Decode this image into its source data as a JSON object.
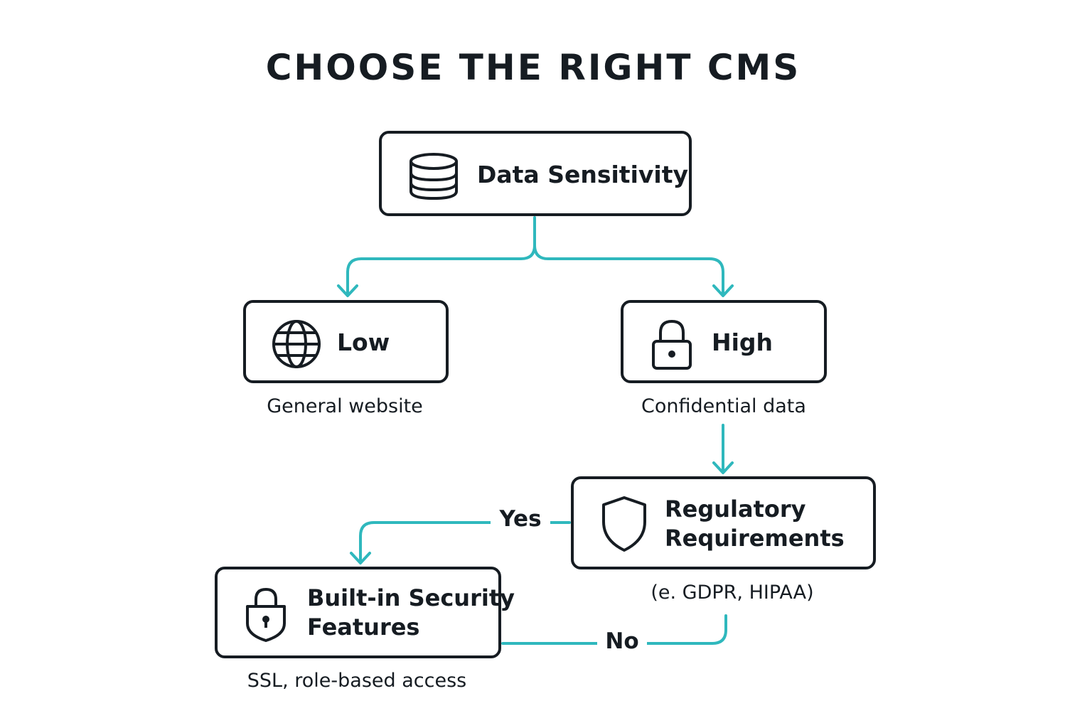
{
  "title": "CHOOSE THE RIGHT CMS",
  "colors": {
    "connector": "#2fb8bd",
    "border": "#161c22",
    "text": "#161c22",
    "background": "#ffffff"
  },
  "nodes": {
    "data_sensitivity": {
      "label": "Data Sensitivity",
      "icon": "database-icon"
    },
    "low": {
      "label": "Low",
      "icon": "globe-icon",
      "caption": "General website"
    },
    "high": {
      "label": "High",
      "icon": "lock-icon",
      "caption": "Confidential data"
    },
    "regulatory": {
      "label_line1": "Regulatory",
      "label_line2": "Requirements",
      "icon": "shield-icon",
      "caption": "(e. GDPR, HIPAA)"
    },
    "security": {
      "label_line1": "Built-in Security",
      "label_line2": "Features",
      "icon": "shield-lock-icon",
      "caption": "SSL, role-based access"
    }
  },
  "edges": {
    "yes_label": "Yes",
    "no_label": "No"
  }
}
